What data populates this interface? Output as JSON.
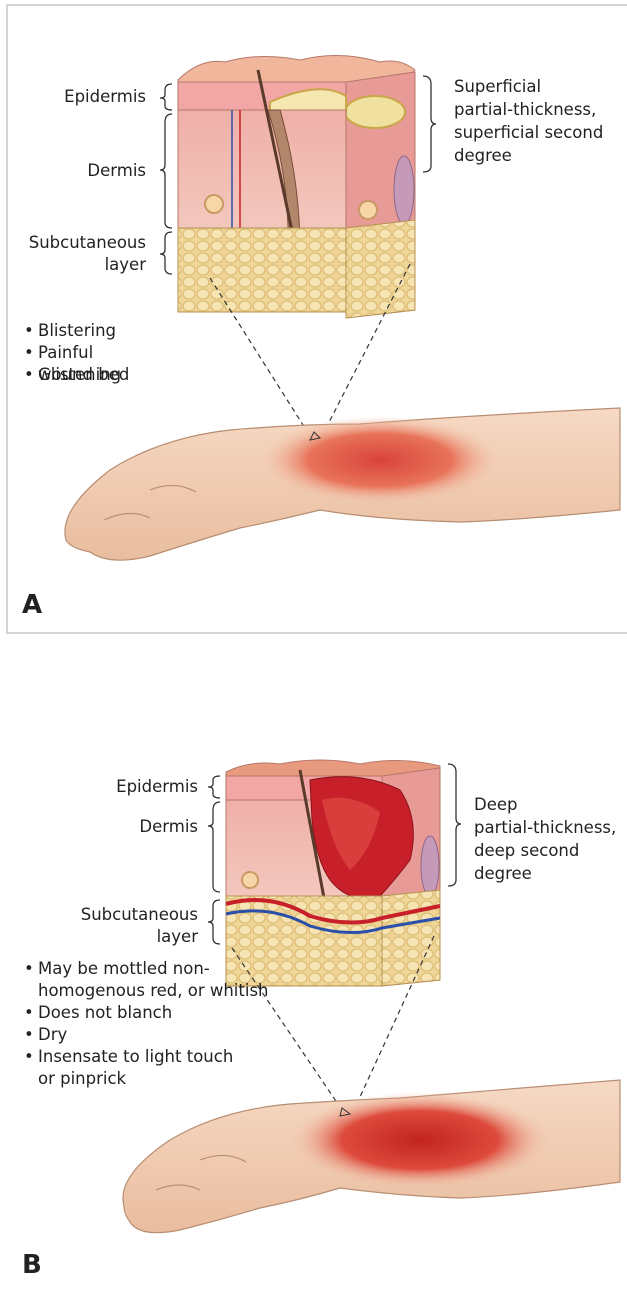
{
  "panel_a": {
    "letter": "A",
    "layers": {
      "epidermis": "Epidermis",
      "dermis": "Dermis",
      "subcutaneous_1": "Subcutaneous",
      "subcutaneous_2": "layer"
    },
    "classification": [
      "Superficial",
      "partial-thickness,",
      "superficial second",
      "degree"
    ],
    "signs": [
      "Blistering",
      "Painful",
      "Glistening",
      "wound bed"
    ]
  },
  "panel_b": {
    "letter": "B",
    "layers": {
      "epidermis": "Epidermis",
      "dermis": "Dermis",
      "subcutaneous_1": "Subcutaneous",
      "subcutaneous_2": "layer"
    },
    "classification": [
      "Deep",
      "partial-thickness,",
      "deep second",
      "degree"
    ],
    "signs": [
      "May be mottled non-",
      "homogenous red, or whitish",
      "Does not blanch",
      "Dry",
      "Insensate to light touch",
      "or pinprick"
    ]
  },
  "colors": {
    "frame": "#d4d4d4",
    "skin": "#f1c5a6",
    "dermis": "#e9a2a2",
    "fat": "#f0dca0",
    "burn": "#d9433a",
    "vessel_red": "#c8202a",
    "vessel_blue": "#2a4fa8"
  }
}
